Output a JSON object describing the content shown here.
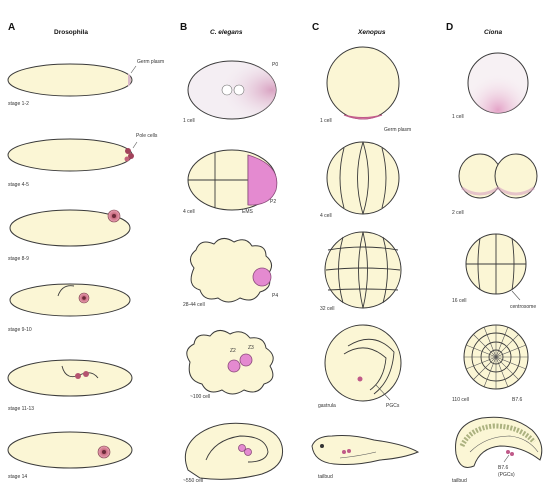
{
  "panels": [
    {
      "letter": "A",
      "title": "Drosophila"
    },
    {
      "letter": "B",
      "title": "C. elegans"
    },
    {
      "letter": "C",
      "title": "Xenopus"
    },
    {
      "letter": "D",
      "title": "Ciona"
    }
  ],
  "labels": {
    "dros_germ_plasm": "Germ plasm",
    "dros_pole_cells": "Pole cells",
    "dros_stage1": "stage 1-2",
    "dros_stage2": "stage 4-5",
    "dros_stage3": "stage 8-9",
    "dros_stage4": "stage 9-10",
    "dros_stage5": "stage 11-13",
    "dros_stage6": "stage 14",
    "ce_p0": "P0",
    "ce_1cell": "1 cell",
    "ce_4cell": "4 cell",
    "ce_p2": "P2",
    "ce_ems": "EMS",
    "ce_p4": "P4",
    "ce_28cell": "28-44 cell",
    "ce_z2": "Z2",
    "ce_z3": "Z3",
    "ce_100cell": "~100 cell",
    "ce_550cell": "~550 cell",
    "xen_1cell": "1 cell",
    "xen_germ_plasm": "Germ plasm",
    "xen_4cell": "4 cell",
    "xen_32cell": "32 cell",
    "xen_gastrula": "gastrula",
    "xen_pgcs": "PGCs",
    "xen_tailbud": "tailbud",
    "ci_1cell": "1 cell",
    "ci_2cell": "2 cell",
    "ci_16cell": "16 cell",
    "ci_centrosome": "centrosome",
    "ci_110cell": "110 cell",
    "ci_b7_6": "B7.6",
    "ci_tailbud": "tailbud",
    "ci_b7_6_bottom": "B7.6",
    "ci_b7_6_desc": "(PGCs)"
  }
}
